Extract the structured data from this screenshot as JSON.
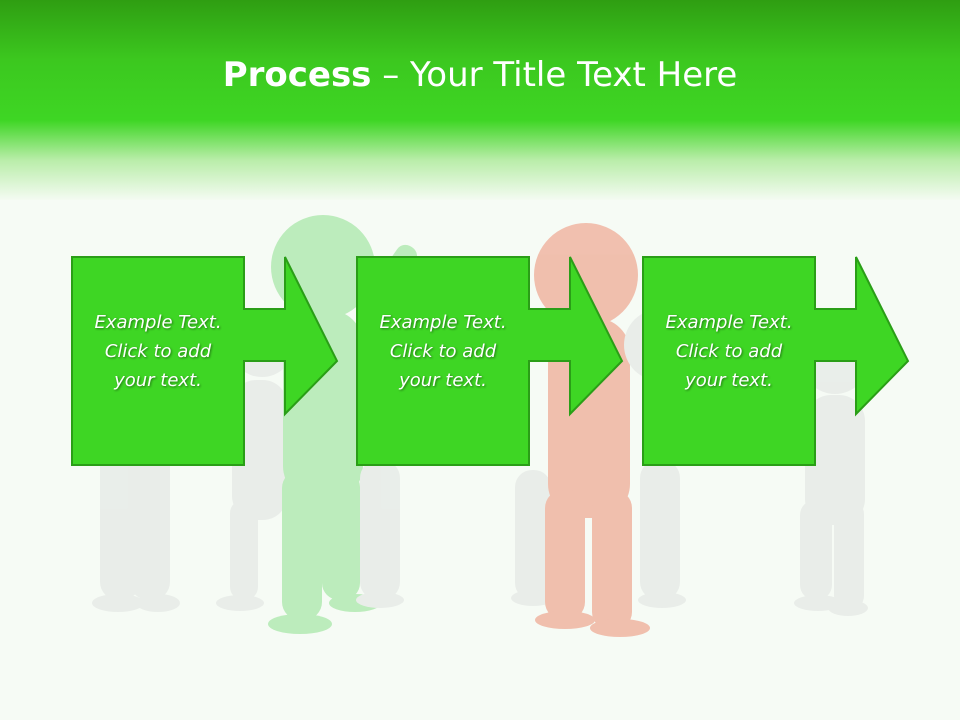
{
  "slide": {
    "title_bold": "Process",
    "title_rest": " – Your Title Text Here"
  },
  "colors": {
    "accent": "#3ed624",
    "box_fill": "#3ed624",
    "box_stroke": "#2a9e17",
    "figure_green": "#9be39b",
    "figure_red": "#e89a82",
    "figure_white": "#e9ecea"
  },
  "steps": [
    {
      "line1": "Example Text.",
      "line2": "Click  to add",
      "line3": "your text."
    },
    {
      "line1": "Example Text.",
      "line2": "Click  to add",
      "line3": "your text."
    },
    {
      "line1": "Example Text.",
      "line2": "Click  to add",
      "line3": "your text."
    }
  ]
}
